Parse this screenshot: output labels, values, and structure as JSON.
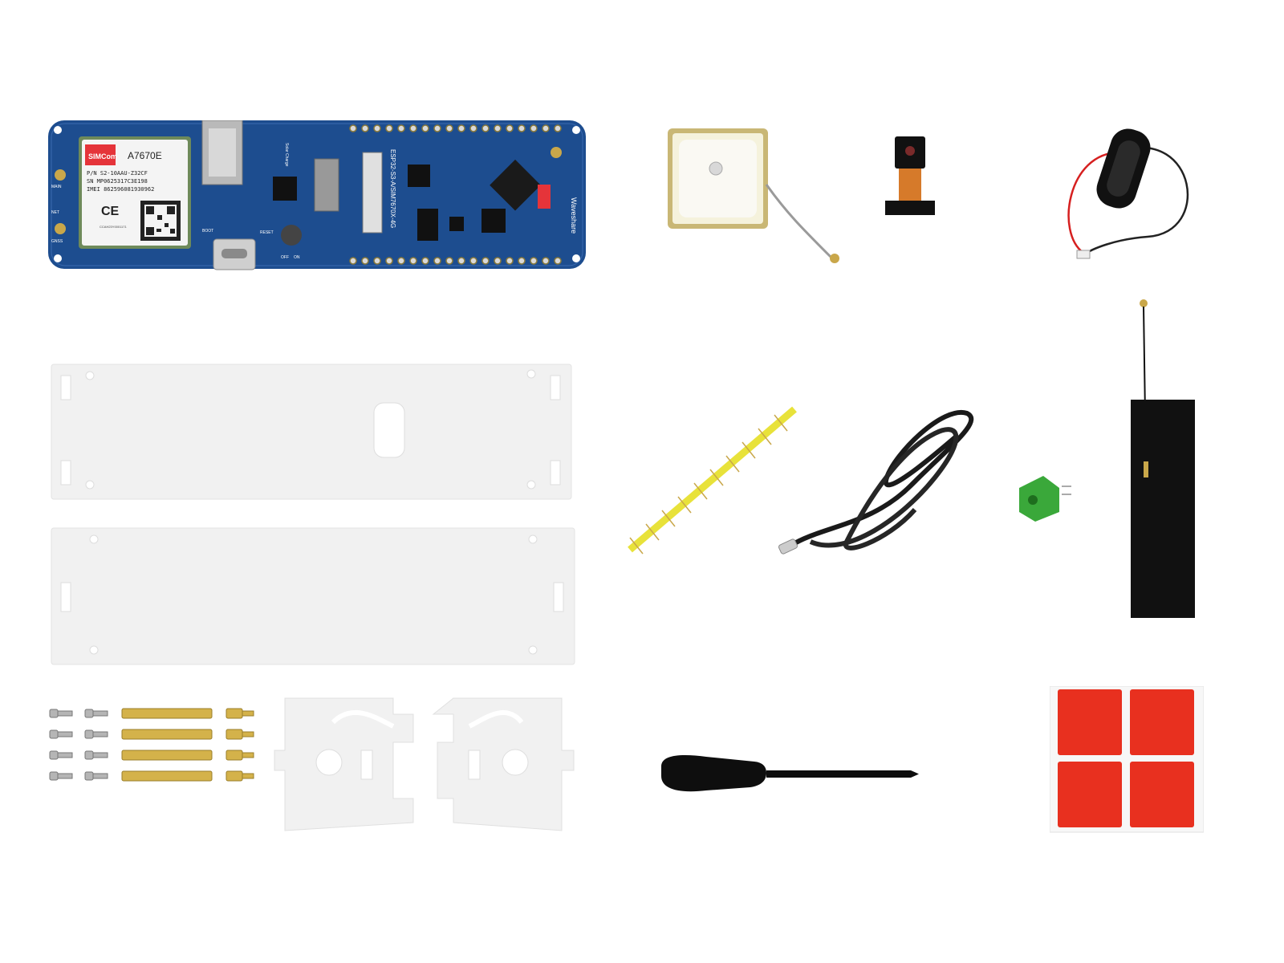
{
  "board": {
    "brand_badge": "SIMCom",
    "module_model": "A7670E",
    "module_pn": "P/N S2-10AAU-Z32CF",
    "module_sn": "SN MP0625317C3E198",
    "module_imei": "IMEI 862596081930962",
    "module_ce": "CE",
    "module_cert": "CCAH23Y0001171",
    "label_main": "MAIN",
    "label_net": "NET",
    "label_gnss": "GNSS",
    "label_boot": "BOOT",
    "label_reset": "RESET",
    "label_off": "OFF",
    "label_on": "ON",
    "label_solar": "Solar Charge",
    "label_esp": "ESP32-S3-A/SIM7670X-4G",
    "label_waveshare": "Waveshare",
    "colors": {
      "pcb": "#1d4d8f",
      "module": "#f4f4f4",
      "brand": "#e5343a"
    }
  },
  "colors": {
    "gps_patch": "#f5f2dc",
    "gps_border": "#c9b775",
    "header_pins": "#e8e23a",
    "terminal": "#3aa83a",
    "pads": "#e8301f",
    "standoff": "#d4b24a",
    "acrylic": "#f1f1f1"
  }
}
